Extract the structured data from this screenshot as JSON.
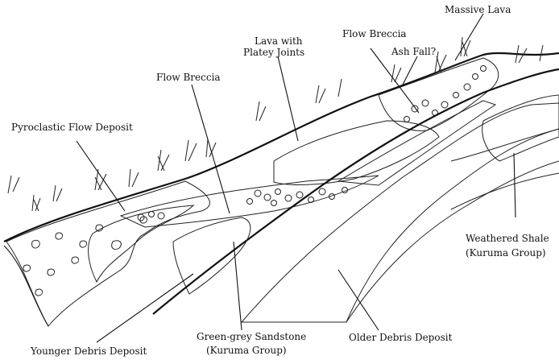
{
  "labels": {
    "massive_lava": "Massive Lava",
    "flow_breccia_top": "Flow Breccia",
    "lava_platey_1": "Lava with",
    "lava_platey_2": "Platey Joints",
    "ash_fall": "Ash Fall?",
    "flow_breccia_mid": "Flow Breccia",
    "pyroclastic": "Pyroclastic Flow Deposit",
    "weathered_shale_1": "Weathered Shale",
    "weathered_shale_2": "(Kuruma Group)",
    "younger_debris": "Younger Debris Deposit",
    "green_grey_1": "Green-grey Sandstone",
    "green_grey_2": "(Kuruma Group)",
    "older_debris": "Older Debris Deposit"
  },
  "colors": {
    "ink": "#111111",
    "paper": "#ffffff"
  }
}
